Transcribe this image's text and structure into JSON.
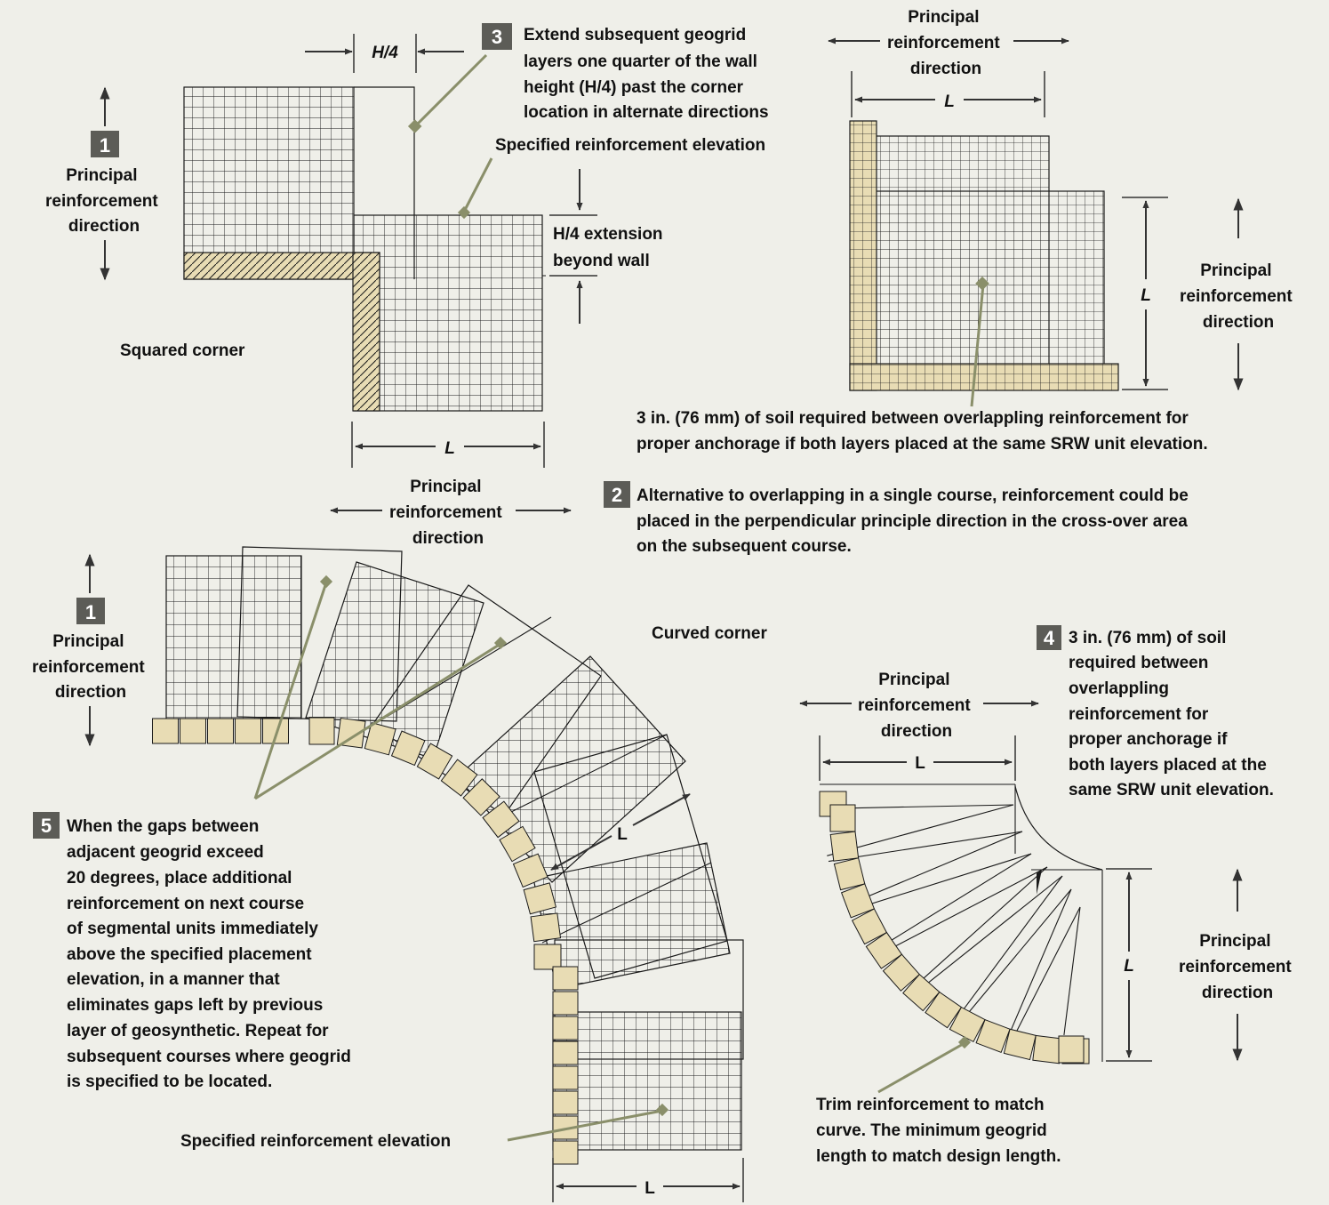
{
  "colors": {
    "background": "#efefe9",
    "unit_fill": "#e8dcb4",
    "badge": "#5c5c57",
    "leader": "#8a8f6a",
    "grid": "#1a1a1a"
  },
  "squared": {
    "h4_dim": "H/4",
    "step3_num": "3",
    "step3_lines": [
      "Extend subsequent geogrid",
      "layers one quarter of the wall",
      "height (H/4) past the corner",
      "location in alternate directions"
    ],
    "spec_elev": "Specified reinforcement elevation",
    "step1_num": "1",
    "principal_lines": [
      "Principal",
      "reinforcement",
      "direction"
    ],
    "h4_ext_lines": [
      "H/4 extension",
      "beyond wall"
    ],
    "caption": "Squared corner",
    "l_dim": "L"
  },
  "overlap": {
    "principal_lines": [
      "Principal",
      "reinforcement",
      "direction"
    ],
    "l_dim": "L",
    "l_vert": "L",
    "note_lines": [
      "3 in. (76 mm) of soil required between overlappling reinforcement for",
      "proper anchorage if both layers placed at the same SRW unit elevation."
    ]
  },
  "step2": {
    "num": "2",
    "lines": [
      "Alternative to overlapping in a single course, reinforcement could be",
      "placed in the perpendicular principle direction in the cross-over area",
      "on the subsequent course."
    ]
  },
  "curved": {
    "principal_top_lines": [
      "Principal",
      "reinforcement",
      "direction"
    ],
    "step1_num": "1",
    "principal_left_lines": [
      "Principal",
      "reinforcement",
      "direction"
    ],
    "caption": "Curved corner",
    "l_diag": "L",
    "step5_num": "5",
    "step5_lines": [
      "When the gaps between",
      "adjacent geogrid exceed",
      "20 degrees, place additional",
      "reinforcement on next course",
      "of segmental units immediately",
      "above the specified placement",
      "elevation, in a manner that",
      "eliminates gaps left by previous",
      "layer of geosynthetic. Repeat for",
      "subsequent courses where geogrid",
      "is specified to be located."
    ],
    "spec_elev": "Specified reinforcement elevation",
    "l_dim": "L"
  },
  "trim": {
    "principal_top_lines": [
      "Principal",
      "reinforcement",
      "direction"
    ],
    "l_dim": "L",
    "step4_num": "4",
    "step4_lines": [
      "3 in. (76 mm) of soil",
      "required between",
      "overlappling",
      "reinforcement for",
      "proper anchorage if",
      "both layers placed at the",
      "same SRW unit elevation."
    ],
    "l_vert": "L",
    "principal_right_lines": [
      "Principal",
      "reinforcement",
      "direction"
    ],
    "caption_lines": [
      "Trim reinforcement to match",
      "curve. The minimum geogrid",
      "length to match design length."
    ]
  }
}
